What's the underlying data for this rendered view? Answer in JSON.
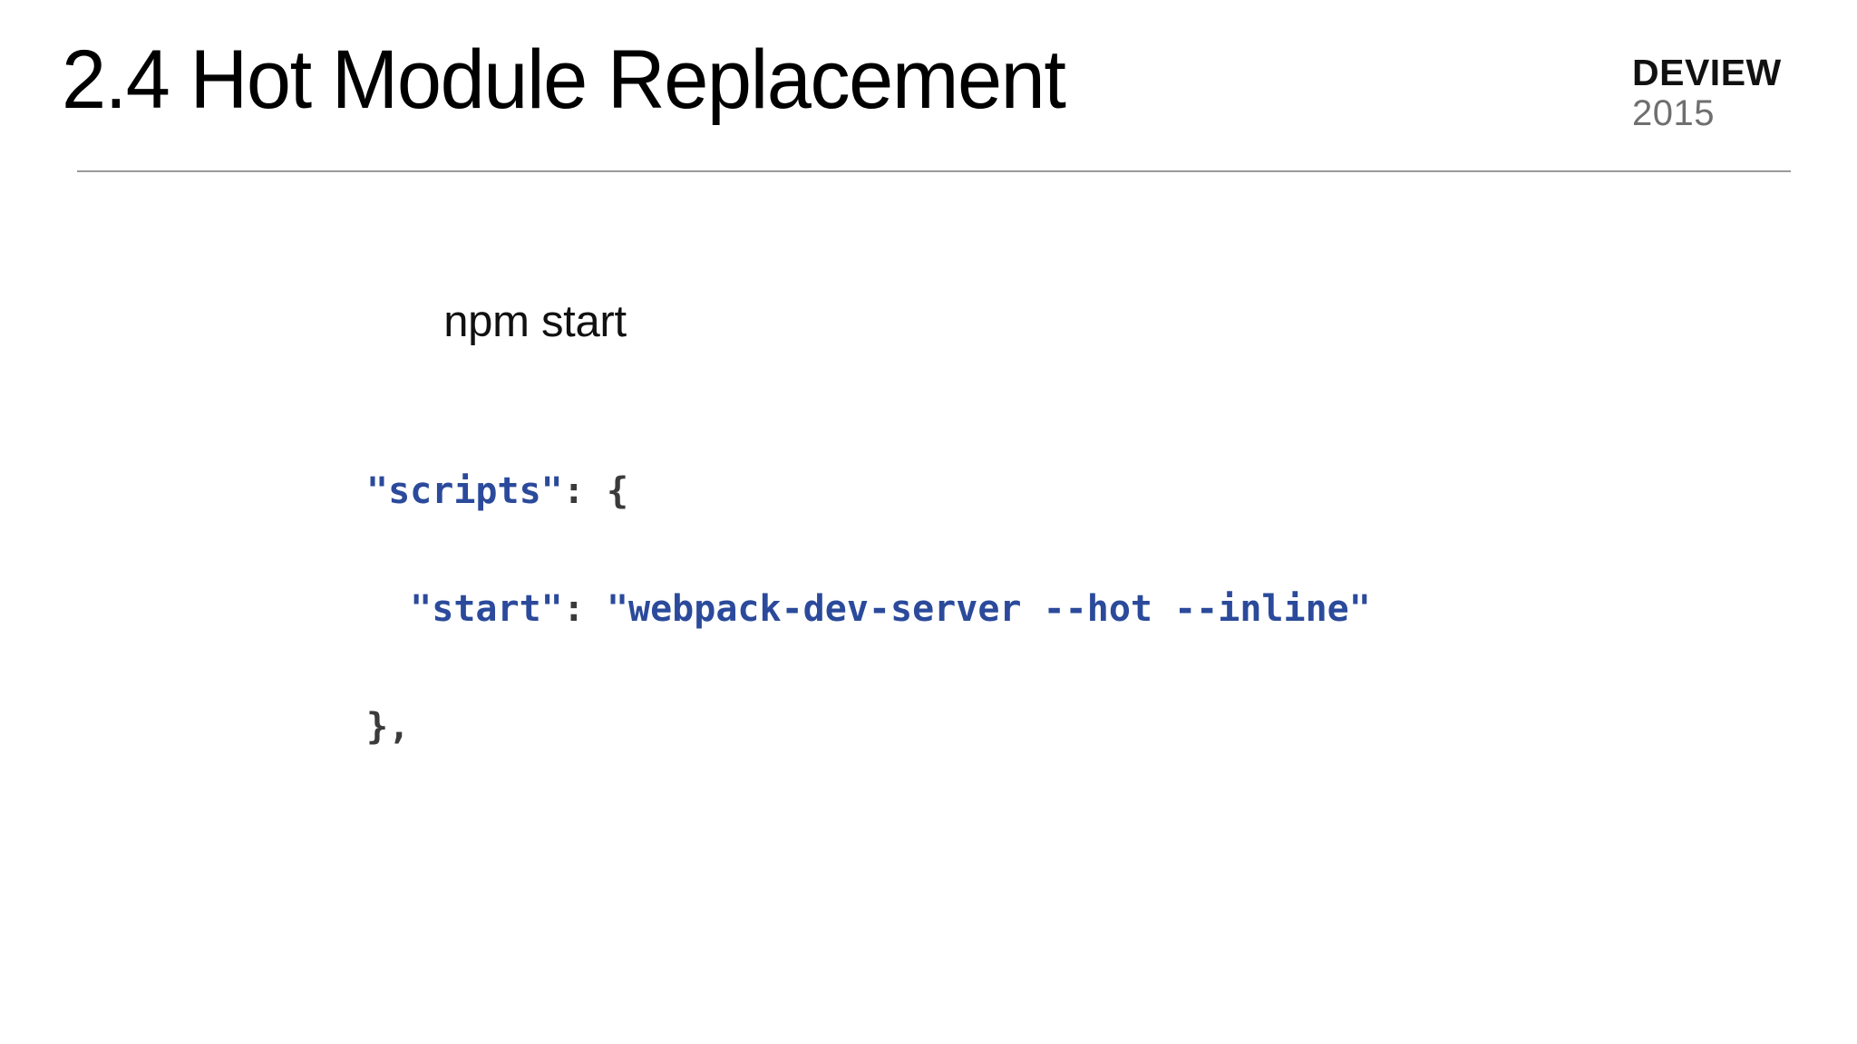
{
  "slide": {
    "title": "2.4 Hot Module Replacement",
    "brand": {
      "name": "DEVIEW",
      "year": "2015"
    },
    "caption": "npm start",
    "code": {
      "language": "json",
      "lines": [
        {
          "indent": "",
          "tokens": [
            {
              "text": "\"scripts\"",
              "kind": "string"
            },
            {
              "text": ":",
              "kind": "punct"
            },
            {
              "text": " ",
              "kind": "plain"
            },
            {
              "text": "{",
              "kind": "punct"
            }
          ]
        },
        {
          "indent": "  ",
          "tokens": [
            {
              "text": "\"start\"",
              "kind": "string"
            },
            {
              "text": ":",
              "kind": "punct"
            },
            {
              "text": " ",
              "kind": "plain"
            },
            {
              "text": "\"webpack-dev-server --hot --inline\"",
              "kind": "string"
            }
          ]
        },
        {
          "indent": "",
          "tokens": [
            {
              "text": "}",
              "kind": "punct"
            },
            {
              "text": ",",
              "kind": "punct"
            }
          ]
        }
      ]
    }
  },
  "colors": {
    "background": "#ffffff",
    "title": "#000000",
    "rule": "#9a9a9a",
    "brand_name": "#111111",
    "brand_year": "#6f6f6f",
    "code_string": "#2b4a9b",
    "code_punct": "#3b3b3b"
  }
}
